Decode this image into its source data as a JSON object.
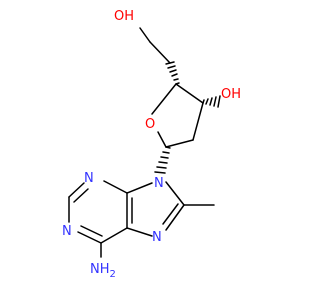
{
  "atoms": {
    "o_hydroxymethyl": "OH",
    "o_ring_hydroxyl": "OH",
    "o_ring": "O",
    "n9": "N",
    "n3": "N",
    "n1": "N",
    "n7": "N",
    "nh2": "NH",
    "nh2_sub": "2"
  },
  "colors": {
    "bond": "#000000",
    "oxygen": "#ff0000",
    "nitrogen": "#3333ff",
    "background": "#ffffff"
  }
}
